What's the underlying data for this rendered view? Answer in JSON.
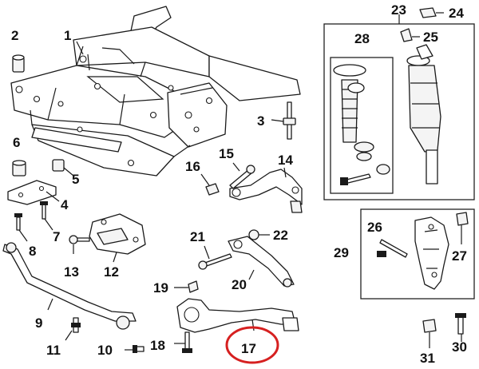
{
  "callouts": {
    "c1": "1",
    "c2": "2",
    "c3": "3",
    "c4": "4",
    "c5": "5",
    "c6": "6",
    "c7": "7",
    "c8": "8",
    "c9": "9",
    "c10": "10",
    "c11": "11",
    "c12": "12",
    "c13": "13",
    "c14": "14",
    "c15": "15",
    "c16": "16",
    "c17": "17",
    "c18": "18",
    "c19": "19",
    "c20": "20",
    "c21": "21",
    "c22": "22",
    "c23": "23",
    "c24": "24",
    "c25": "25",
    "c26": "26",
    "c27": "27",
    "c28": "28",
    "c29": "29",
    "c30": "30",
    "c31": "31"
  },
  "highlight": {
    "callout": "17",
    "color": "#d62020"
  }
}
